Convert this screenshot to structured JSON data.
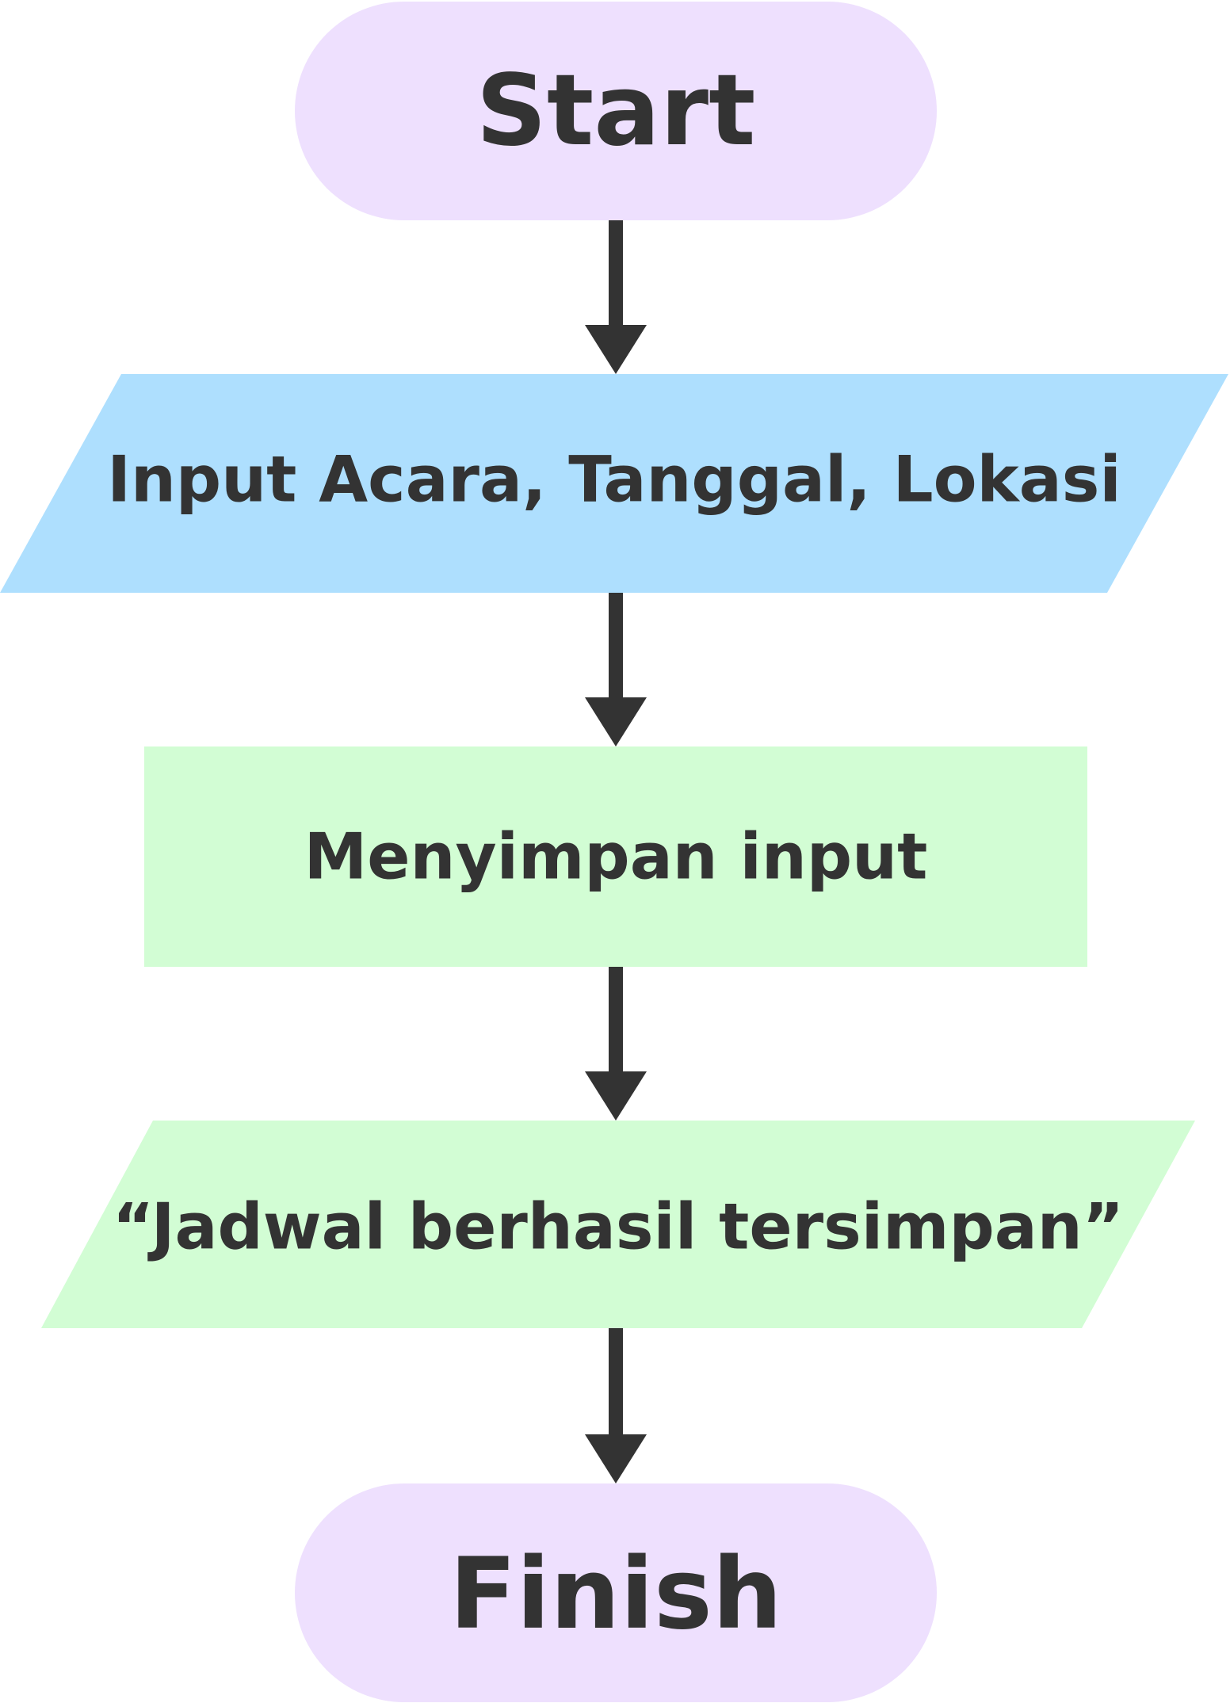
{
  "flowchart": {
    "nodes": {
      "start": {
        "label": "Start",
        "shape": "terminator",
        "fill": "#EEE0FE"
      },
      "input": {
        "label": "Input Acara, Tanggal, Lokasi",
        "shape": "parallelogram",
        "fill": "#AEDFFE"
      },
      "process": {
        "label": "Menyimpan input",
        "shape": "rectangle",
        "fill": "#D2FDD4"
      },
      "output": {
        "label": "“Jadwal berhasil tersimpan”",
        "shape": "parallelogram",
        "fill": "#D2FDD4"
      },
      "finish": {
        "label": "Finish",
        "shape": "terminator",
        "fill": "#EEE0FE"
      }
    },
    "edges": [
      {
        "from": "start",
        "to": "input"
      },
      {
        "from": "input",
        "to": "process"
      },
      {
        "from": "process",
        "to": "output"
      },
      {
        "from": "output",
        "to": "finish"
      }
    ],
    "colors": {
      "text": "#333333",
      "arrow": "#333333"
    }
  }
}
